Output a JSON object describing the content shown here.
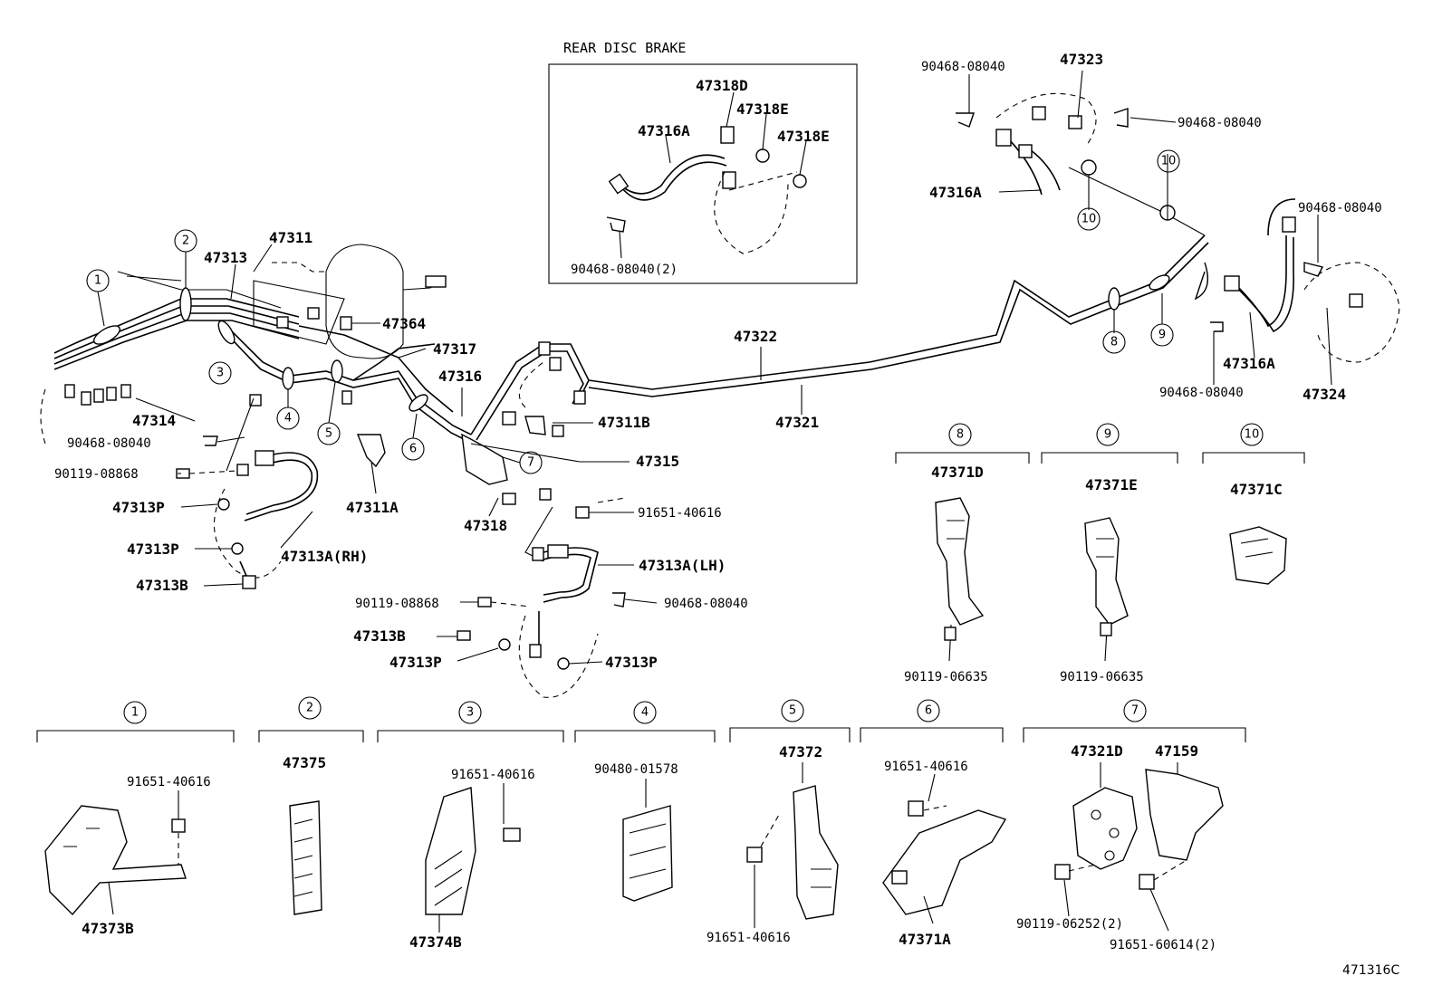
{
  "diagram": {
    "reference_code": "471316C",
    "inset": {
      "title": "REAR DISC BRAKE"
    },
    "callouts": [
      "1",
      "2",
      "3",
      "4",
      "5",
      "6",
      "7",
      "8",
      "9",
      "10"
    ],
    "labels": {
      "p47311": "47311",
      "p47313": "47313",
      "p47364": "47364",
      "p47317": "47317",
      "p47316": "47316",
      "p47314": "47314",
      "p90468_a": "90468-08040",
      "p90119_a": "90119-08868",
      "p47313P_a": "47313P",
      "p47313P_b": "47313P",
      "p47313B_a": "47313B",
      "p47313A_rh": "47313A(RH)",
      "p47311A": "47311A",
      "p47318": "47318",
      "p47311B": "47311B",
      "p47315": "47315",
      "p91651_a": "91651-40616",
      "p47313A_lh": "47313A(LH)",
      "p90119_b": "90119-08868",
      "p90468_b": "90468-08040",
      "p47313B_b": "47313B",
      "p47313P_c": "47313P",
      "p47313P_d": "47313P",
      "p47322": "47322",
      "p47321": "47321",
      "p47318D": "47318D",
      "p47318E_a": "47318E",
      "p47318E_b": "47318E",
      "p47316A_inset": "47316A",
      "p90468_inset": "90468-08040(2)",
      "p90468_c": "90468-08040",
      "p47323": "47323",
      "p90468_d": "90468-08040",
      "p47316A_b": "47316A",
      "p90468_e": "90468-08040",
      "p47316A_c": "47316A",
      "p90468_f": "90468-08040",
      "p47324": "47324",
      "p47371D": "47371D",
      "p90119_c": "90119-06635",
      "p47371E": "47371E",
      "p90119_d": "90119-06635",
      "p47371C": "47371C",
      "p91651_b": "91651-40616",
      "p47373B": "47373B",
      "p47375": "47375",
      "p91651_c": "91651-40616",
      "p47374B": "47374B",
      "p90480": "90480-01578",
      "p47372": "47372",
      "p91651_d": "91651-40616",
      "p91651_e": "91651-40616",
      "p47371A": "47371A",
      "p47321D": "47321D",
      "p47159": "47159",
      "p90119_e": "90119-06252(2)",
      "p91651_f": "91651-60614(2)"
    }
  }
}
